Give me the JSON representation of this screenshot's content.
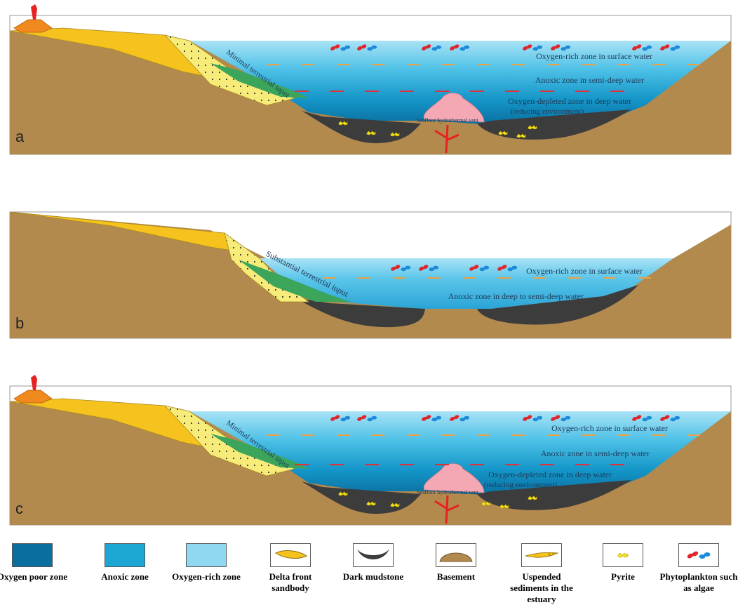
{
  "panels": [
    {
      "letter": "a",
      "annotations": {
        "input": "Minimal terrestrial input",
        "surface": "Oxygen-rich zone in surface water",
        "middle": "Anoxic zone in semi-deep water",
        "deep1": "Oxygen-depleted zone  in deep water",
        "deep2": "(reducing environment)",
        "vent": "Seafloor hydrothermal vent"
      }
    },
    {
      "letter": "b",
      "annotations": {
        "input": "Substantial terrestrial input",
        "surface": "Oxygen-rich zone in surface water",
        "middle": "Anoxic zone in deep to semi-deep water"
      }
    },
    {
      "letter": "c",
      "annotations": {
        "input": "Minimal terrestrial input",
        "surface": "Oxygen-rich zone in surface water",
        "middle": "Anoxic zone in semi-deep water",
        "deep1": "Oxygen-depleted zone  in deep water",
        "deep2": "(reducing environment)",
        "vent": "Seafloor hydrothermal vent"
      }
    }
  ],
  "legend": [
    {
      "label": "Oxygen poor zone"
    },
    {
      "label": "Anoxic zone"
    },
    {
      "label": "Oxygen-rich zone"
    },
    {
      "label": "Delta front sandbody"
    },
    {
      "label": "Dark mudstone"
    },
    {
      "label": "Basement"
    },
    {
      "label": "Uspended sediments in the estuary"
    },
    {
      "label": "Pyrite"
    },
    {
      "label": "Phytoplankton such as algae"
    }
  ],
  "colors": {
    "basement": "#b28a4e",
    "mudstone": "#3d3c3c",
    "oxygen_poor": "#0a6f9f",
    "anoxic": "#1ba6d3",
    "oxygen_rich": "#8fd8f2",
    "sandbody": "#f6c21d",
    "sand_light": "#f7ec7a",
    "green_wedge": "#3aa55b",
    "vent": "#f4a8b4",
    "volcano": "#f08a1e",
    "lava": "#e62222",
    "pyrite": "#f3e21a",
    "algae_red": "#e0262d",
    "algae_blue": "#1c8ad8",
    "orange_dash": "#f0a040",
    "red_dash": "#e0303a"
  }
}
